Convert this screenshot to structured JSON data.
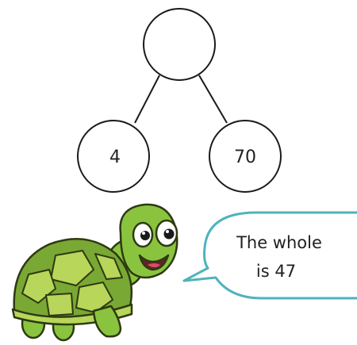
{
  "part_whole_model": {
    "whole_value": "",
    "parts": [
      {
        "value": "4"
      },
      {
        "value": "70"
      }
    ]
  },
  "speech_bubble": {
    "line1": "The whole",
    "line2": "is 47"
  },
  "colors": {
    "circle_stroke": "#1a1a1a",
    "bubble_stroke": "#4fb3bb",
    "turtle_skin": "#8ac43f",
    "turtle_shell": "#6f9d2f",
    "turtle_shell_light": "#b7d65a"
  }
}
